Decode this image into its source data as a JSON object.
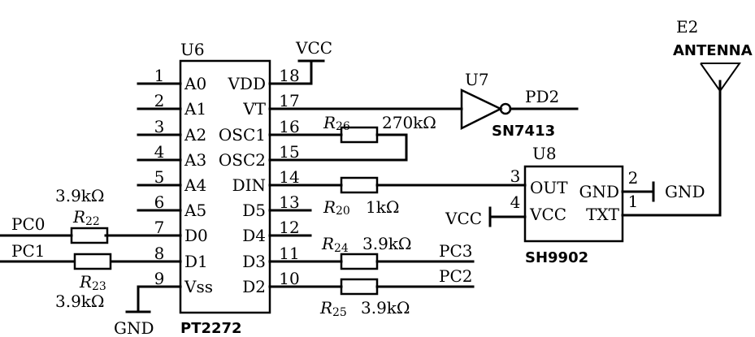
{
  "u6": {
    "ref": "U6",
    "part": "PT2272",
    "left_pins": [
      {
        "num": "1",
        "name": "A0"
      },
      {
        "num": "2",
        "name": "A1"
      },
      {
        "num": "3",
        "name": "A2"
      },
      {
        "num": "4",
        "name": "A3"
      },
      {
        "num": "5",
        "name": "A4"
      },
      {
        "num": "6",
        "name": "A5"
      },
      {
        "num": "7",
        "name": "D0"
      },
      {
        "num": "8",
        "name": "D1"
      },
      {
        "num": "9",
        "name": "Vss"
      }
    ],
    "right_pins": [
      {
        "num": "18",
        "name": "VDD"
      },
      {
        "num": "17",
        "name": "VT"
      },
      {
        "num": "16",
        "name": "OSC1"
      },
      {
        "num": "15",
        "name": "OSC2"
      },
      {
        "num": "14",
        "name": "DIN"
      },
      {
        "num": "13",
        "name": "D5"
      },
      {
        "num": "12",
        "name": "D4"
      },
      {
        "num": "11",
        "name": "D3"
      },
      {
        "num": "10",
        "name": "D2"
      }
    ]
  },
  "u7": {
    "ref": "U7",
    "part": "SN7413",
    "output_net": "PD2"
  },
  "u8": {
    "ref": "U8",
    "part": "SH9902",
    "pins": [
      {
        "num": "3",
        "name": "OUT"
      },
      {
        "num": "4",
        "name": "VCC"
      },
      {
        "num": "2",
        "name": "GND"
      },
      {
        "num": "1",
        "name": "TXT"
      }
    ]
  },
  "antenna": {
    "ref": "E2",
    "label": "ANTENNA"
  },
  "resistors": [
    {
      "ref": "R",
      "sub": "22",
      "value": "3.9kΩ"
    },
    {
      "ref": "R",
      "sub": "23",
      "value": "3.9kΩ"
    },
    {
      "ref": "R",
      "sub": "26",
      "value": "270kΩ"
    },
    {
      "ref": "R",
      "sub": "20",
      "value": "1kΩ"
    },
    {
      "ref": "R",
      "sub": "24",
      "value": "3.9kΩ"
    },
    {
      "ref": "R",
      "sub": "25",
      "value": "3.9kΩ"
    }
  ],
  "nets": {
    "vcc_top": "VCC",
    "vcc_u8": "VCC",
    "gnd_u6": "GND",
    "gnd_u8": "GND",
    "pc0": "PC0",
    "pc1": "PC1",
    "pc2": "PC2",
    "pc3": "PC3"
  }
}
